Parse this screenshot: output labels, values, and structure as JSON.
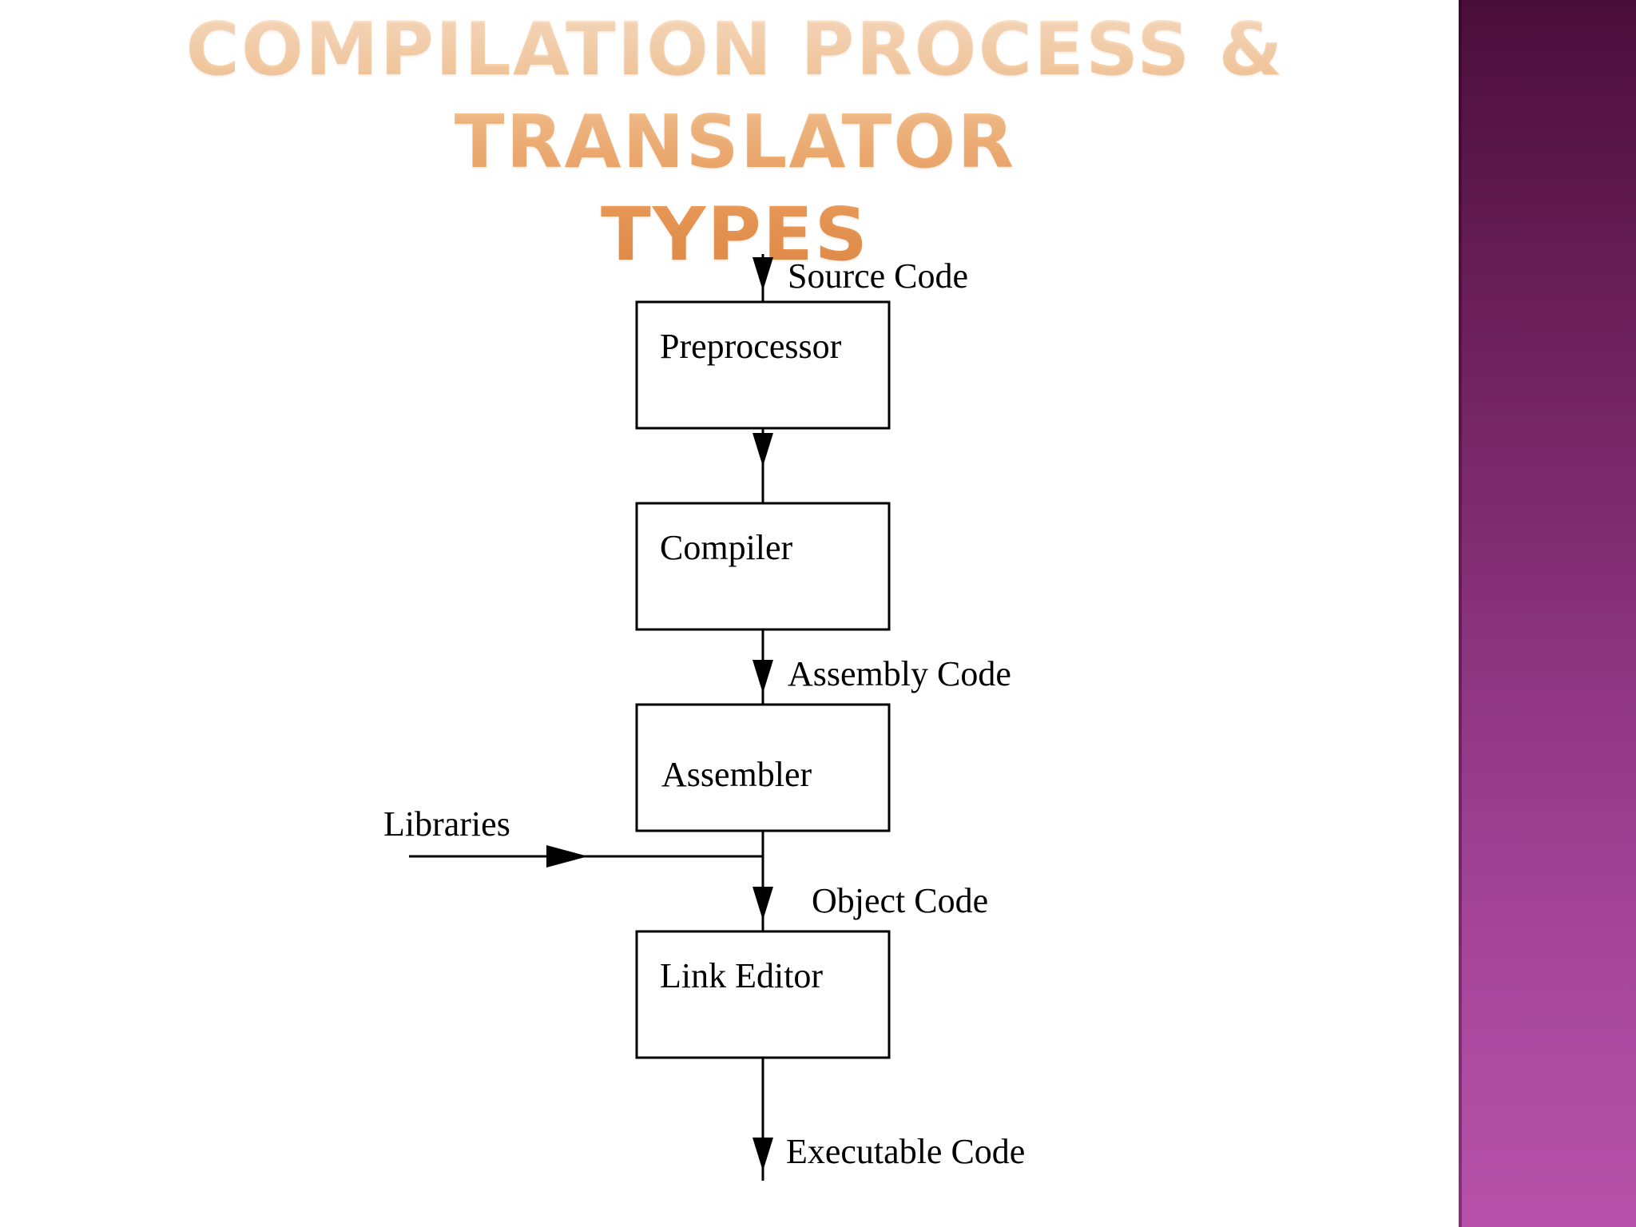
{
  "slide": {
    "title_line1": "COMPILATION PROCESS & TRANSLATOR",
    "title_line2": "TYPES"
  },
  "diagram": {
    "boxes": {
      "preprocessor": "Preprocessor",
      "compiler": "Compiler",
      "assembler": "Assembler",
      "link_editor": "Link Editor"
    },
    "labels": {
      "source_code": "Source Code",
      "assembly_code": "Assembly Code",
      "libraries": "Libraries",
      "object_code": "Object Code",
      "executable_code": "Executable Code"
    }
  },
  "colors": {
    "title": "#f2b27a",
    "sidebar_top": "#4a0e3a",
    "sidebar_bottom": "#b551a8",
    "diagram_ink": "#000000"
  }
}
